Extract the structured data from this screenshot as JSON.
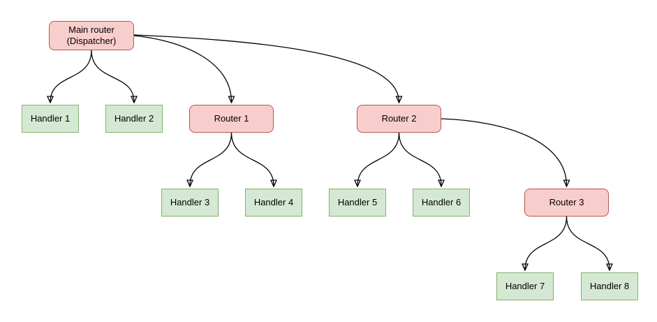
{
  "diagram": {
    "type": "tree-flowchart",
    "background_color": "#ffffff",
    "edge_color": "#000000",
    "styles": {
      "router": {
        "fill": "#f8cecc",
        "stroke": "#b85450",
        "shape": "rounded-rectangle"
      },
      "handler": {
        "fill": "#d5e8d4",
        "stroke": "#82b366",
        "shape": "rectangle"
      }
    },
    "nodes": {
      "main_router": {
        "label": "Main router\n(Dispatcher)",
        "type": "router"
      },
      "handler1": {
        "label": "Handler 1",
        "type": "handler"
      },
      "handler2": {
        "label": "Handler 2",
        "type": "handler"
      },
      "router1": {
        "label": "Router 1",
        "type": "router"
      },
      "router2": {
        "label": "Router 2",
        "type": "router"
      },
      "handler3": {
        "label": "Handler 3",
        "type": "handler"
      },
      "handler4": {
        "label": "Handler 4",
        "type": "handler"
      },
      "handler5": {
        "label": "Handler 5",
        "type": "handler"
      },
      "handler6": {
        "label": "Handler 6",
        "type": "handler"
      },
      "router3": {
        "label": "Router 3",
        "type": "router"
      },
      "handler7": {
        "label": "Handler 7",
        "type": "handler"
      },
      "handler8": {
        "label": "Handler 8",
        "type": "handler"
      }
    },
    "edges": [
      {
        "from": "main_router",
        "to": "handler1"
      },
      {
        "from": "main_router",
        "to": "handler2"
      },
      {
        "from": "main_router",
        "to": "router1"
      },
      {
        "from": "main_router",
        "to": "router2"
      },
      {
        "from": "router1",
        "to": "handler3"
      },
      {
        "from": "router1",
        "to": "handler4"
      },
      {
        "from": "router2",
        "to": "handler5"
      },
      {
        "from": "router2",
        "to": "handler6"
      },
      {
        "from": "router2",
        "to": "router3"
      },
      {
        "from": "router3",
        "to": "handler7"
      },
      {
        "from": "router3",
        "to": "handler8"
      }
    ]
  }
}
